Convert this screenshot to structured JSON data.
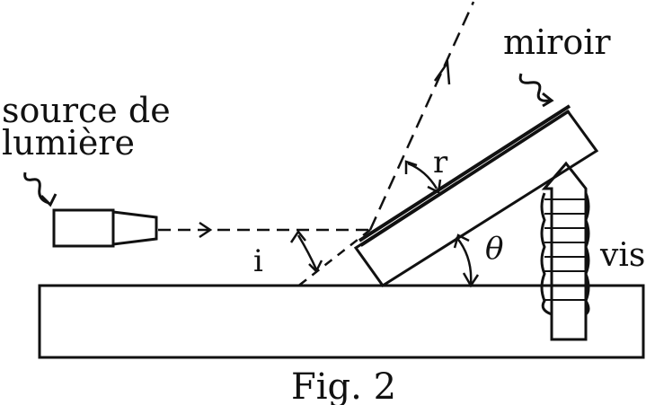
{
  "labels": {
    "source_line1": "source de",
    "source_line2": "lumière",
    "mirror": "miroir",
    "incidence_angle": "i",
    "reflection_angle": "r",
    "tilt_angle": "θ",
    "screw": "vis",
    "caption": "Fig. 2"
  }
}
